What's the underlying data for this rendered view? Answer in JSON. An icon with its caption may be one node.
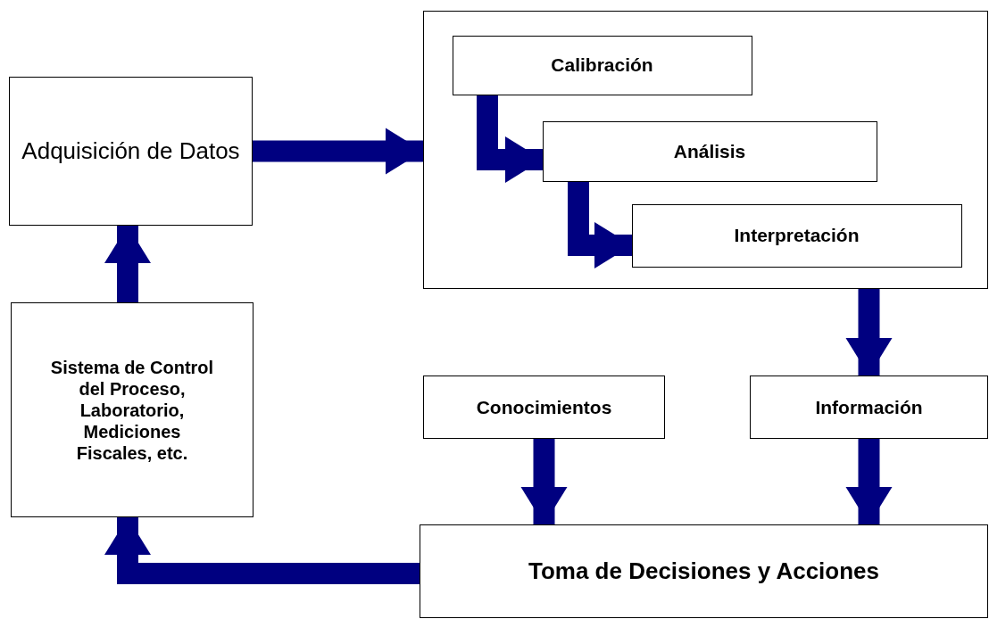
{
  "diagram": {
    "nodes": [
      {
        "text": [
          "Adquisición de Datos"
        ]
      },
      {
        "text": [],
        "shape": "box"
      },
      {
        "text": [
          "Calibración"
        ],
        "in": 1
      },
      {
        "text": [
          "Análisis"
        ],
        "in": 1
      },
      {
        "text": [
          "Interpretación"
        ],
        "in": 1
      },
      {
        "text": [
          "Sistema de Control del Proceso, Laboratorio, Mediciones Fiscales, etc."
        ]
      },
      {
        "text": [
          "Conocimientos"
        ]
      },
      {
        "text": [
          "Información"
        ]
      },
      {
        "text": [
          "Toma de Decisiones y Acciones"
        ]
      }
    ],
    "edges": [
      {
        "from": 0,
        "to": 1,
        "arrow": "to"
      },
      {
        "from": 2,
        "to": 3,
        "arrow": "to"
      },
      {
        "from": 3,
        "to": 4,
        "arrow": "to"
      },
      {
        "from": 1,
        "to": 7,
        "arrow": "to"
      },
      {
        "from": 6,
        "to": 8,
        "arrow": "to"
      },
      {
        "from": 7,
        "to": 8,
        "arrow": "to"
      },
      {
        "from": 8,
        "to": 5,
        "arrow": "to"
      },
      {
        "from": 5,
        "to": 0,
        "arrow": "to"
      }
    ]
  }
}
